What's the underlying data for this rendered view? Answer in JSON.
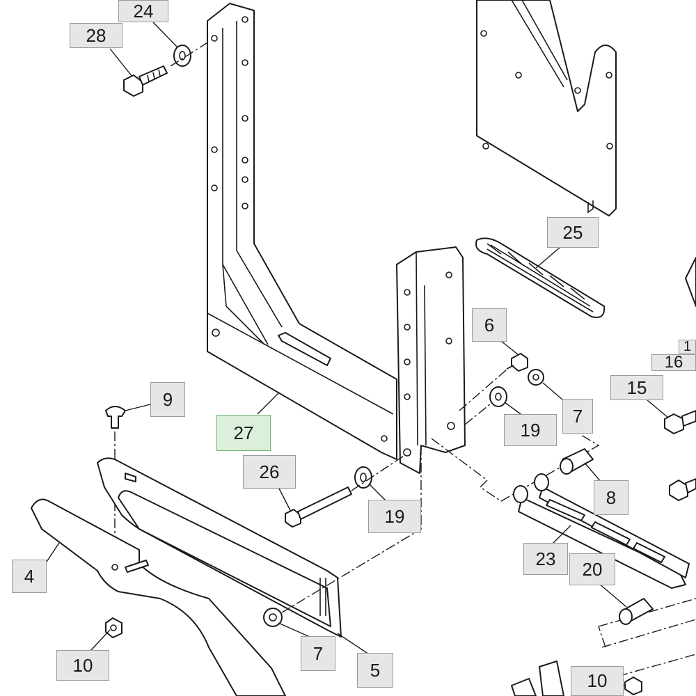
{
  "callouts": [
    {
      "id": "c24a",
      "label": "24"
    },
    {
      "id": "c28",
      "label": "28"
    },
    {
      "id": "c25",
      "label": "25"
    },
    {
      "id": "c6",
      "label": "6"
    },
    {
      "id": "c16",
      "label": "16"
    },
    {
      "id": "c1x",
      "label": "1"
    },
    {
      "id": "c15",
      "label": "15"
    },
    {
      "id": "c7a",
      "label": "7"
    },
    {
      "id": "c19a",
      "label": "19"
    },
    {
      "id": "c9",
      "label": "9"
    },
    {
      "id": "c27",
      "label": "27"
    },
    {
      "id": "c26",
      "label": "26"
    },
    {
      "id": "c19b",
      "label": "19"
    },
    {
      "id": "c8",
      "label": "8"
    },
    {
      "id": "c4",
      "label": "4"
    },
    {
      "id": "c23",
      "label": "23"
    },
    {
      "id": "c20",
      "label": "20"
    },
    {
      "id": "c10a",
      "label": "10"
    },
    {
      "id": "c7b",
      "label": "7"
    },
    {
      "id": "c5",
      "label": "5"
    },
    {
      "id": "c10b",
      "label": "10"
    }
  ],
  "highlight_color": "#dcefdc",
  "callout_color": "#e6e6e6"
}
